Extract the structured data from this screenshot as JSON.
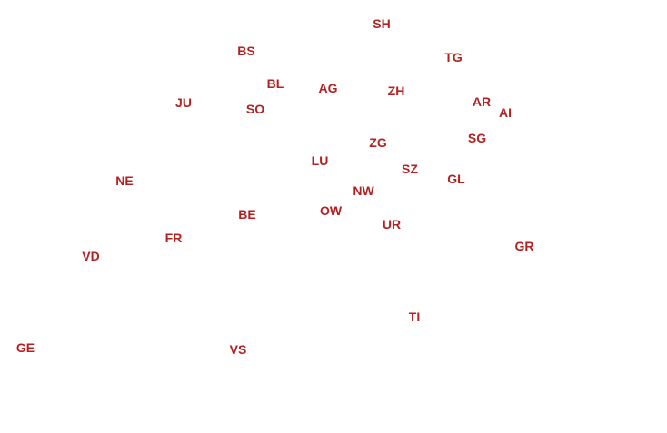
{
  "label_color": "#b22222",
  "background": "#ffffff",
  "cantons": [
    {
      "code": "SH"
    },
    {
      "code": "BS"
    },
    {
      "code": "TG"
    },
    {
      "code": "BL"
    },
    {
      "code": "AG"
    },
    {
      "code": "ZH"
    },
    {
      "code": "JU"
    },
    {
      "code": "SO"
    },
    {
      "code": "AR"
    },
    {
      "code": "AI"
    },
    {
      "code": "ZG"
    },
    {
      "code": "SG"
    },
    {
      "code": "LU"
    },
    {
      "code": "SZ"
    },
    {
      "code": "NE"
    },
    {
      "code": "GL"
    },
    {
      "code": "NW"
    },
    {
      "code": "OW"
    },
    {
      "code": "BE"
    },
    {
      "code": "UR"
    },
    {
      "code": "FR"
    },
    {
      "code": "GR"
    },
    {
      "code": "VD"
    },
    {
      "code": "TI"
    },
    {
      "code": "GE"
    },
    {
      "code": "VS"
    }
  ]
}
